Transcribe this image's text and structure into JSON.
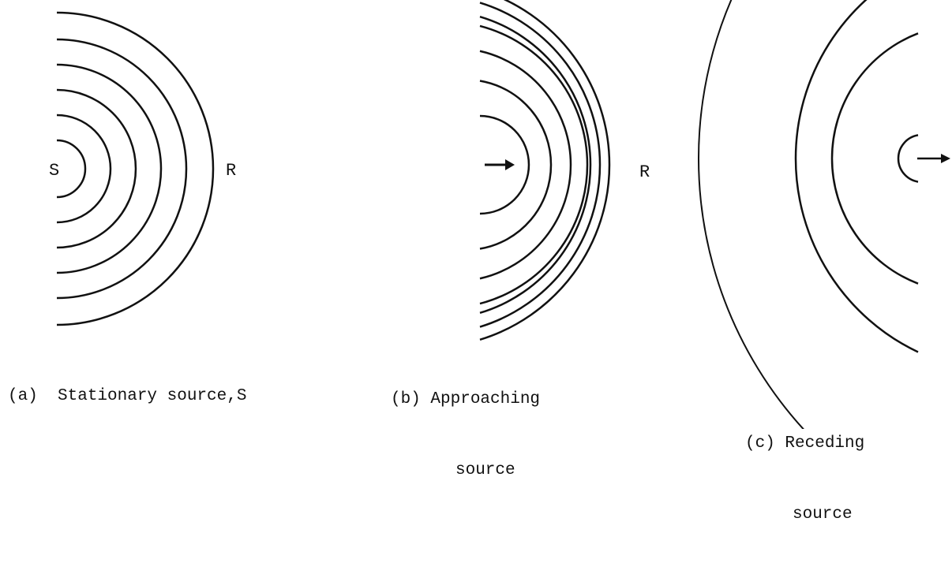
{
  "panels": [
    {
      "id": "a",
      "marker_label": "S",
      "receiver_label": "R",
      "caption_line1": "(a)  Stationary source,S",
      "caption_line2": ""
    },
    {
      "id": "b",
      "receiver_label": "R",
      "caption_line1": "(b) Approaching",
      "caption_line2": "source"
    },
    {
      "id": "c",
      "caption_line1": "(c) Receding",
      "caption_line2": "source"
    }
  ],
  "colors": {
    "stroke": "#111111",
    "background": "#ffffff"
  },
  "icons": {
    "approaching_arrow": "arrow-right-icon",
    "receding_arrow": "arrow-right-icon"
  }
}
